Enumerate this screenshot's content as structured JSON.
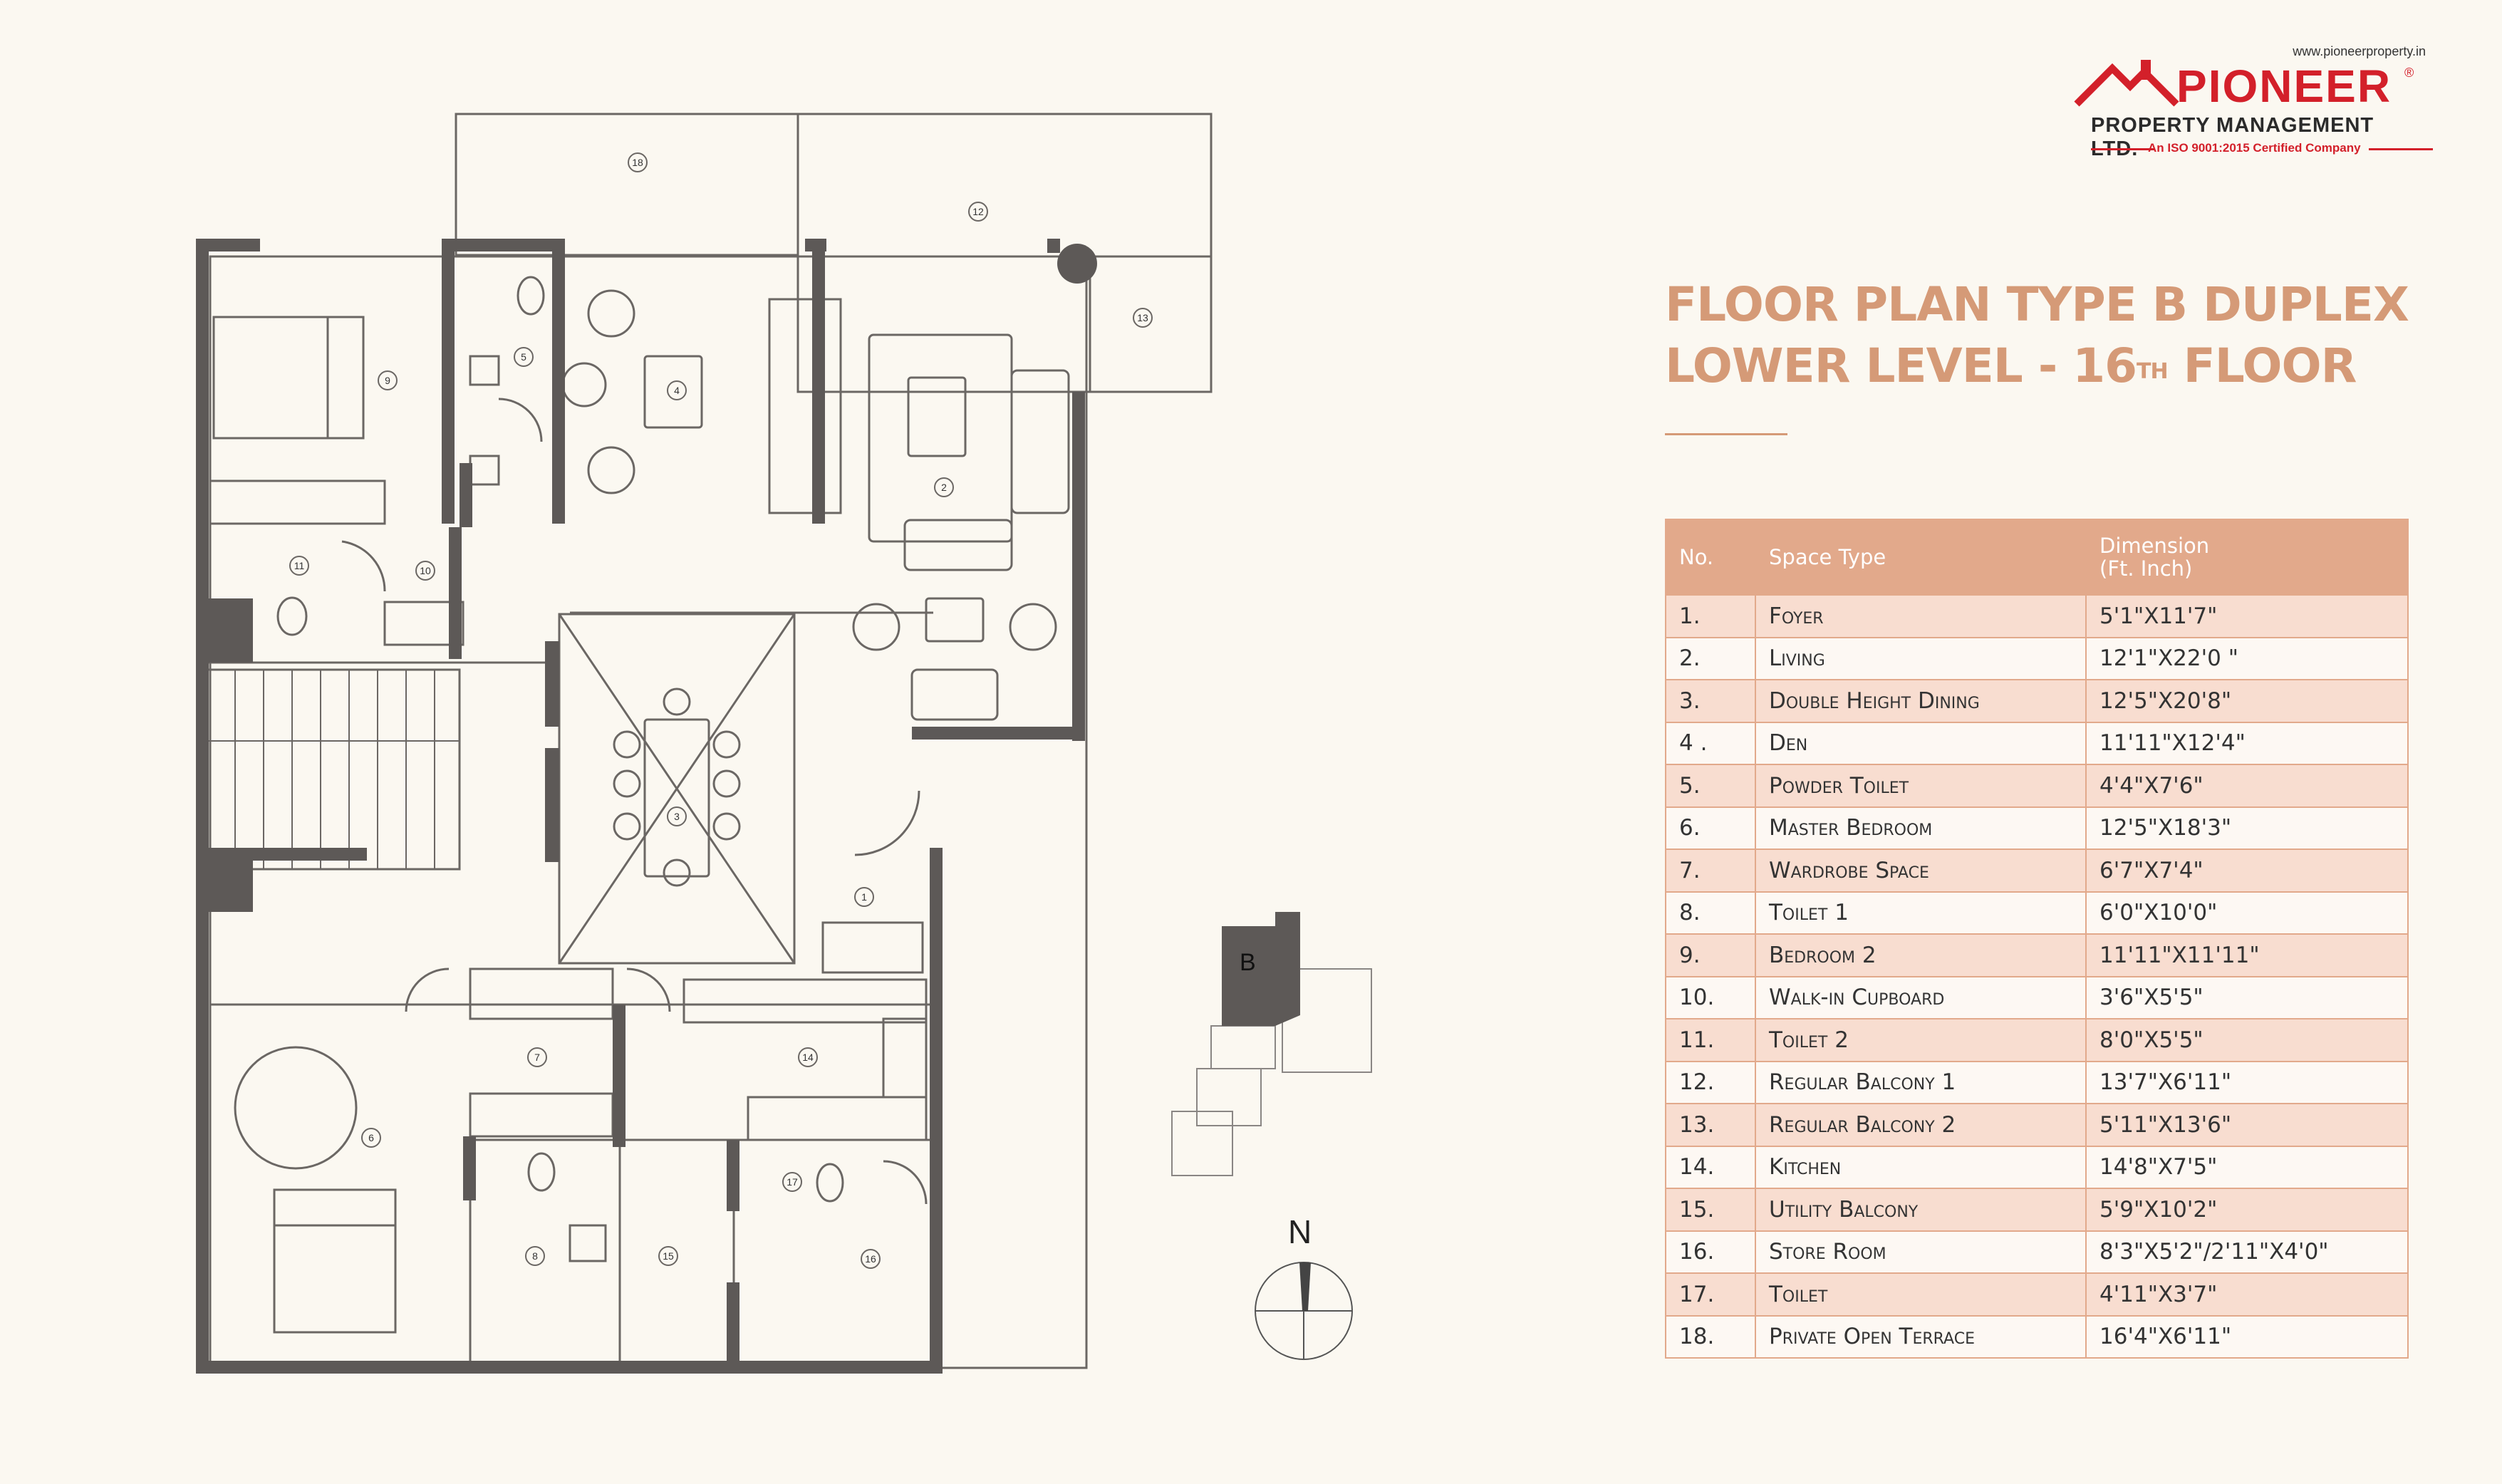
{
  "logo": {
    "url": "www.pioneerproperty.in",
    "brand": "PIONEER",
    "registered": "®",
    "company": "PROPERTY MANAGEMENT LTD.",
    "tagline": "An ISO 9001:2015 Certified Company"
  },
  "title": {
    "line1": "FLOOR PLAN TYPE B DUPLEX",
    "line2_main": "LOWER LEVEL - 16",
    "line2_sup": "TH",
    "line2_end": " FLOOR"
  },
  "table": {
    "headers": {
      "no": "No.",
      "space": "Space Type",
      "dimension_line1": "Dimension",
      "dimension_line2": "(Ft. Inch)"
    },
    "rows": [
      {
        "no": "1.",
        "space": "Foyer",
        "dimension": "5'1\"X11'7\""
      },
      {
        "no": "2.",
        "space": "Living",
        "dimension": "12'1\"X22'0 \""
      },
      {
        "no": "3.",
        "space": "Double Height Dining",
        "dimension": "12'5\"X20'8\""
      },
      {
        "no": "4 .",
        "space": "Den",
        "dimension": "11'11\"X12'4\""
      },
      {
        "no": "5.",
        "space": "Powder Toilet",
        "dimension": "4'4\"X7'6\""
      },
      {
        "no": "6.",
        "space": "Master Bedroom",
        "dimension": "12'5\"X18'3\""
      },
      {
        "no": "7.",
        "space": "Wardrobe Space",
        "dimension": "6'7\"X7'4\""
      },
      {
        "no": "8.",
        "space": "Toilet 1",
        "dimension": "6'0\"X10'0\""
      },
      {
        "no": "9.",
        "space": "Bedroom 2",
        "dimension": "11'11\"X11'11\""
      },
      {
        "no": "10.",
        "space": "Walk-in Cupboard",
        "dimension": "3'6\"X5'5\""
      },
      {
        "no": "11.",
        "space": "Toilet 2",
        "dimension": "8'0\"X5'5\""
      },
      {
        "no": "12.",
        "space": "Regular Balcony 1",
        "dimension": "13'7\"X6'11\""
      },
      {
        "no": "13.",
        "space": "Regular Balcony 2",
        "dimension": "5'11\"X13'6\""
      },
      {
        "no": "14.",
        "space": "Kitchen",
        "dimension": "14'8\"X7'5\""
      },
      {
        "no": "15.",
        "space": "Utility Balcony",
        "dimension": "5'9\"X10'2\""
      },
      {
        "no": "16.",
        "space": "Store Room",
        "dimension": "8'3\"X5'2\"/2'11\"X4'0\""
      },
      {
        "no": "17.",
        "space": "Toilet",
        "dimension": "4'11\"X3'7\""
      },
      {
        "no": "18.",
        "space": " Private Open Terrace",
        "dimension": "16'4\"X6'11\""
      }
    ]
  },
  "plan": {
    "room_numbers": [
      "18",
      "12",
      "13",
      "9",
      "5",
      "4",
      "2",
      "10",
      "11",
      "3",
      "1",
      "7",
      "14",
      "6",
      "8",
      "15",
      "17",
      "16"
    ]
  },
  "keyplan": {
    "label": "B"
  },
  "north": {
    "label": "N"
  },
  "colors": {
    "background": "#fbf8f1",
    "wall": "#5d5957",
    "title": "#d59a77",
    "table_header": "#e2a98b",
    "table_shade": "#f8ddd0",
    "brand_red": "#d3202a"
  }
}
